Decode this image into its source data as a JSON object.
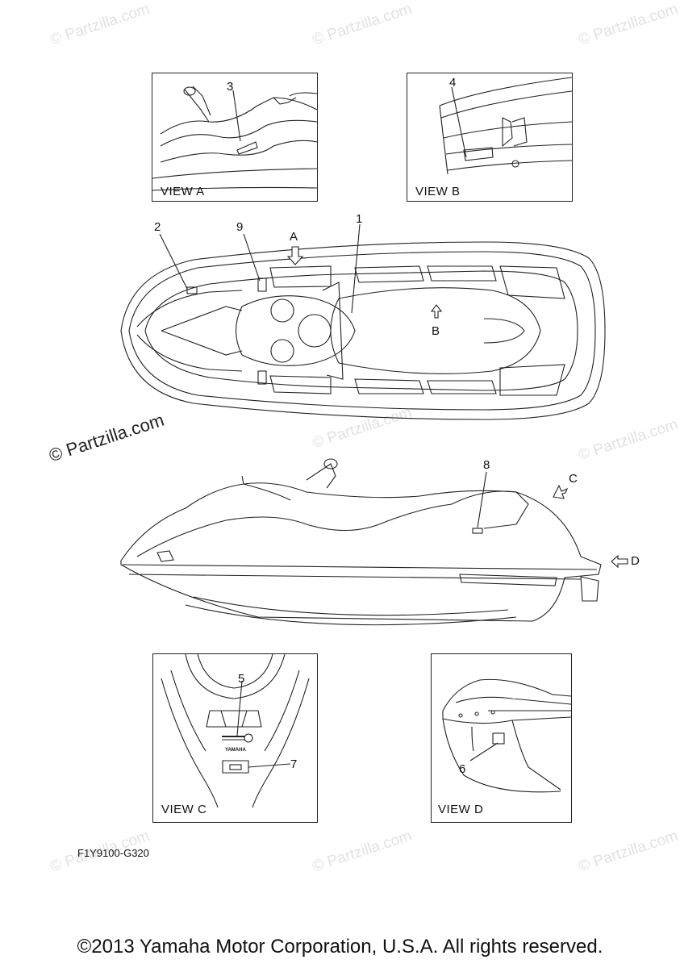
{
  "watermark": {
    "text": "© Partzilla.com"
  },
  "views": {
    "a": {
      "label": "VIEW A"
    },
    "b": {
      "label": "VIEW B"
    },
    "c": {
      "label": "VIEW C"
    },
    "d": {
      "label": "VIEW D"
    }
  },
  "callouts": {
    "n1": "1",
    "n2": "2",
    "n3": "3",
    "n4": "4",
    "n5": "5",
    "n6": "6",
    "n7": "7",
    "n8": "8",
    "n9": "9",
    "arrow_a": "A",
    "arrow_b": "B",
    "arrow_c": "C",
    "arrow_d": "D"
  },
  "view_c_badge": "YAMAHA",
  "figure_code": "F1Y9100-G320",
  "copyright": "©2013 Yamaha Motor Corporation, U.S.A. All rights reserved."
}
